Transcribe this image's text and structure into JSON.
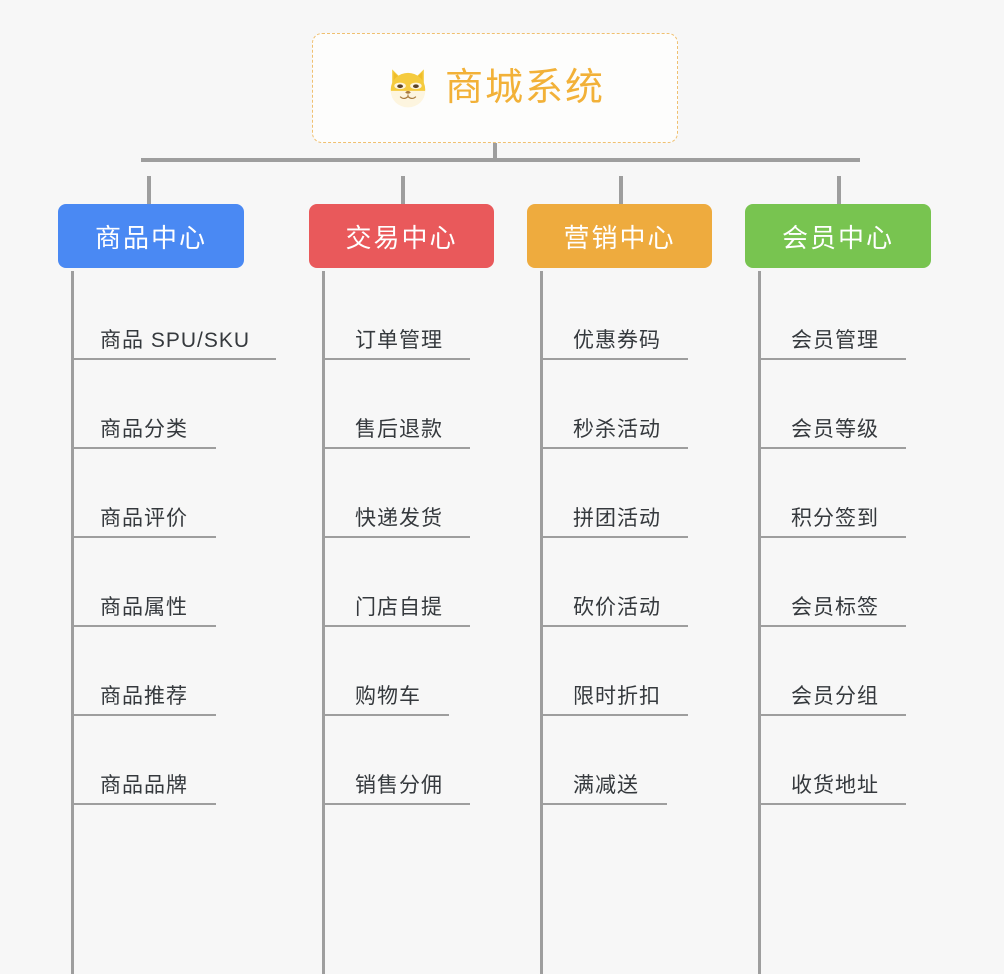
{
  "background_color": "#f7f7f7",
  "root": {
    "title": "商城系统",
    "icon": "shiba-dog-face-icon",
    "text_color": "#f2b138",
    "border_color": "#f0c070",
    "border_style": "dashed"
  },
  "connector_color": "#9e9e9e",
  "columns": [
    {
      "label": "商品中心",
      "color": "#4a89f3",
      "items": [
        {
          "label": "商品 SPU/SKU",
          "rule_width": 205
        },
        {
          "label": "商品分类",
          "rule_width": 145
        },
        {
          "label": "商品评价",
          "rule_width": 145
        },
        {
          "label": "商品属性",
          "rule_width": 145
        },
        {
          "label": "商品推荐",
          "rule_width": 145
        },
        {
          "label": "商品品牌",
          "rule_width": 145
        }
      ]
    },
    {
      "label": "交易中心",
      "color": "#e9595b",
      "items": [
        {
          "label": "订单管理",
          "rule_width": 148
        },
        {
          "label": "售后退款",
          "rule_width": 148
        },
        {
          "label": "快递发货",
          "rule_width": 148
        },
        {
          "label": "门店自提",
          "rule_width": 148
        },
        {
          "label": "购物车",
          "rule_width": 127
        },
        {
          "label": "销售分佣",
          "rule_width": 148
        }
      ]
    },
    {
      "label": "营销中心",
      "color": "#eeab3e",
      "items": [
        {
          "label": "优惠券码",
          "rule_width": 148
        },
        {
          "label": "秒杀活动",
          "rule_width": 148
        },
        {
          "label": "拼团活动",
          "rule_width": 148
        },
        {
          "label": "砍价活动",
          "rule_width": 148
        },
        {
          "label": "限时折扣",
          "rule_width": 148
        },
        {
          "label": "满减送",
          "rule_width": 127
        }
      ]
    },
    {
      "label": "会员中心",
      "color": "#78c450",
      "items": [
        {
          "label": "会员管理",
          "rule_width": 148
        },
        {
          "label": "会员等级",
          "rule_width": 148
        },
        {
          "label": "积分签到",
          "rule_width": 148
        },
        {
          "label": "会员标签",
          "rule_width": 148
        },
        {
          "label": "会员分组",
          "rule_width": 148
        },
        {
          "label": "收货地址",
          "rule_width": 148
        }
      ]
    }
  ]
}
